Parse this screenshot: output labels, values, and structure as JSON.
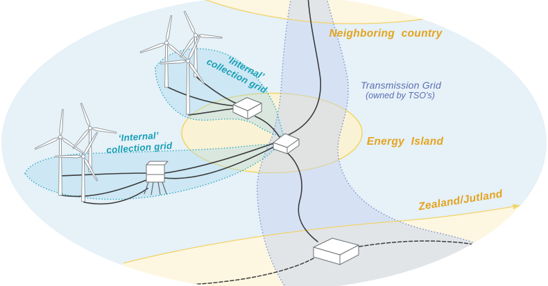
{
  "diagram": {
    "labels": {
      "neighboring_country": "Neighboring country",
      "transmission_grid": "Transmission Grid",
      "transmission_grid_sub": "(owned by TSO’s)",
      "energy_island": "Energy Island",
      "zealand_jutland": "Zealand/Jutland",
      "internal_upper_1": "‘Internal’",
      "internal_upper_2": "collection grid",
      "internal_lower_1": "‘Internal’",
      "internal_lower_2": "collection grid"
    },
    "colors": {
      "sea_fill": "#e6f1f8",
      "country_fill": "#fdf7e1",
      "country_border": "#f2d269",
      "island_fill": "rgba(255,243,202,0.80)",
      "island_border": "#f2d24f",
      "band_fill": "rgba(198,212,240,0.50)",
      "band_border": "#8699cf",
      "collection_fill": "rgba(172,216,238,0.42)",
      "collection_border": "#2fadc2",
      "cable": "#3a3a3a",
      "structure_fill": "#ffffff",
      "structure_stroke": "#6b6f73",
      "gold_text": "#e3a41e",
      "blue_text": "#5b6eb2",
      "teal_text": "#179fb6"
    }
  }
}
